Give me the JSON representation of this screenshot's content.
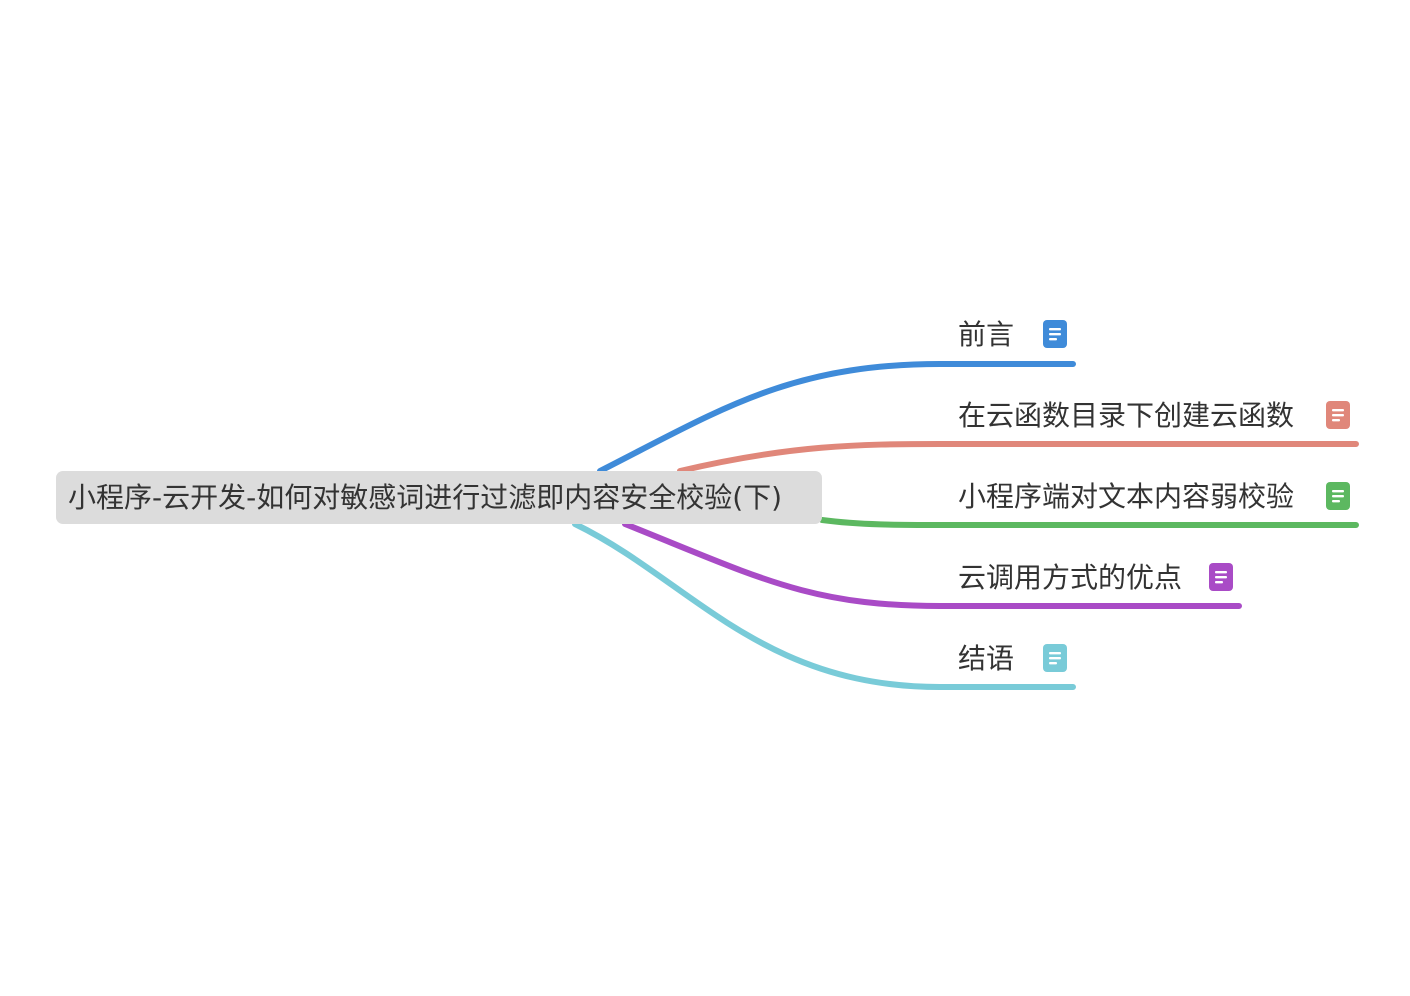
{
  "root": {
    "label": "小程序-云开发-如何对敏感词进行过滤即内容安全校验(下)",
    "fill": "#dcdcdc"
  },
  "branches": [
    {
      "label": "前言",
      "color": "#3f8bd9",
      "icon": "note-icon"
    },
    {
      "label": "在云函数目录下创建云函数",
      "color": "#e0877a",
      "icon": "note-icon"
    },
    {
      "label": "小程序端对文本内容弱校验",
      "color": "#5cb860",
      "icon": "note-icon"
    },
    {
      "label": "云调用方式的优点",
      "color": "#a94bc6",
      "icon": "note-icon"
    },
    {
      "label": "结语",
      "color": "#79cbd8",
      "icon": "note-icon"
    }
  ]
}
